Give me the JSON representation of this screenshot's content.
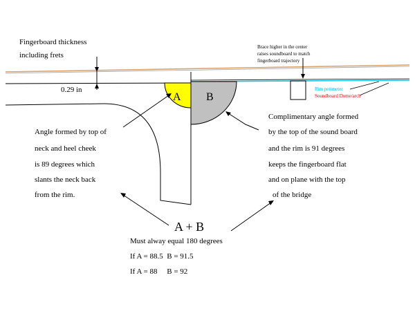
{
  "labels": {
    "fingerboard_line1": "Fingerboard thickness",
    "fingerboard_line2": "including frets",
    "thickness_value": "0.29 in",
    "brace_line1": "Brace higher in the center",
    "brace_line2": "raises soundboard to match",
    "brace_line3": "fingerboard trajectory",
    "rim_perimeter": "Rim perimeter",
    "soundboard_dome": "Soundboard Dome/arch",
    "angle_a": "A",
    "angle_b": "B",
    "left_note": [
      "Angle formed by top of",
      "neck and heel cheek",
      "is 89 degrees which",
      "slants the neck back",
      "from the rim."
    ],
    "right_note": [
      "Complimentary angle formed",
      "by the top of the sound board",
      "and the rim is 91 degrees",
      "keeps the fingerboard flat",
      "and on plane with the top",
      "of the bridge"
    ],
    "sum_label": "A + B",
    "rule": "Must alway equal 180 degrees",
    "example1": "If A = 88.5  B = 91.5",
    "example2": "If A = 88     B = 92"
  },
  "colors": {
    "angle_a_fill": "#ffff00",
    "angle_b_fill": "#c0c0c0",
    "fingerboard_line": "#d9a066",
    "rim_line": "#00c8e8",
    "dome_label": "#e00000",
    "rim_label": "#00b0e0"
  }
}
